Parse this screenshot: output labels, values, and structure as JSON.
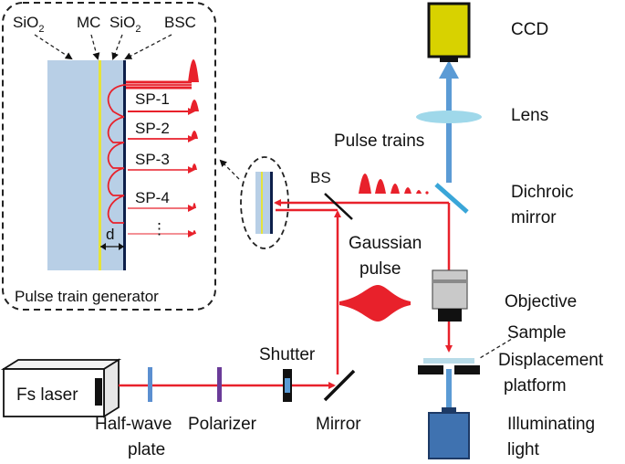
{
  "colors": {
    "beam": "#e8212b",
    "imaging_beam": "#5b9bd5",
    "sio2": "#b8cfe6",
    "mc": "#e6e33a",
    "bsc": "#0d1f4a",
    "ccd_fill": "#d8d200",
    "lens": "#9fd8ea",
    "dichroic": "#3aa6d8",
    "illum": "#3f72b0"
  },
  "inset": {
    "layers": [
      "SiO",
      "MC",
      "SiO",
      "BSC"
    ],
    "sub2": "2",
    "sub_pulses": [
      "SP-1",
      "SP-2",
      "SP-3",
      "SP-4"
    ],
    "ellipsis": "⋮",
    "thickness": "d",
    "caption": "Pulse train generator"
  },
  "labels": {
    "ccd": "CCD",
    "lens": "Lens",
    "pulse_trains": "Pulse trains",
    "bs": "BS",
    "dichroic_1": "Dichroic",
    "dichroic_2": "mirror",
    "gaussian_1": "Gaussian",
    "gaussian_2": "pulse",
    "objective": "Objective",
    "sample": "Sample",
    "displacement_1": "Displacement",
    "displacement_2": "platform",
    "shutter": "Shutter",
    "fs_laser": "Fs laser",
    "halfwave_1": "Half-wave",
    "halfwave_2": "plate",
    "polarizer": "Polarizer",
    "mirror": "Mirror",
    "illum_1": "Illuminating",
    "illum_2": "light"
  }
}
